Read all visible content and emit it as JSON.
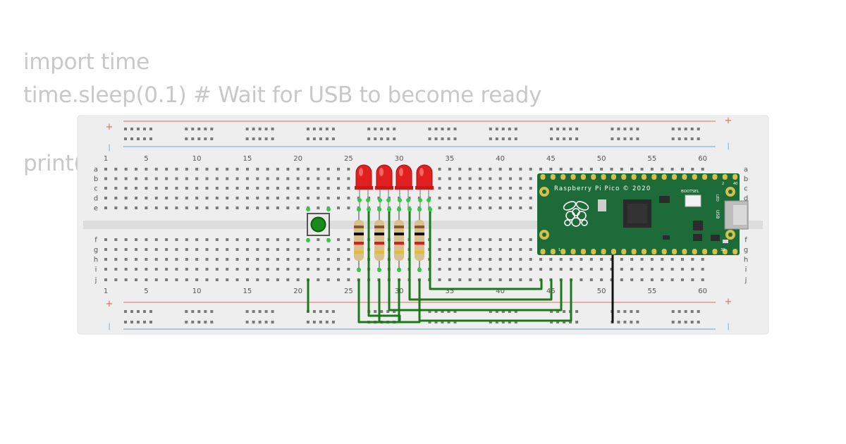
{
  "code_lines": [
    "import time",
    "time.sleep(0.1) # Wait for USB to become ready",
    "print("
  ],
  "breadboard": {
    "column_numbers": [
      "1",
      "5",
      "10",
      "15",
      "20",
      "25",
      "30",
      "35",
      "40",
      "45",
      "50",
      "55",
      "60"
    ],
    "top_rows": [
      "a",
      "b",
      "c",
      "d",
      "e"
    ],
    "bottom_rows": [
      "f",
      "g",
      "h",
      "i",
      "j"
    ],
    "plus_sign": "+",
    "minus_sign": "|"
  },
  "pico": {
    "label": "Raspberry Pi Pico © 2020",
    "bootsel_label": "BOOTSEL",
    "usb_label": "USB",
    "led_label": "LED",
    "pin_mark_1": "1",
    "pin_mark_2": "2",
    "pin_mark_39": "39",
    "pin_mark_40": "40"
  },
  "colors": {
    "board": "#eeeeee",
    "hole": "#7a7a7a",
    "rail_red": "#e06c5a",
    "rail_blue": "#63a7d8",
    "wire_green": "#1a7a1a",
    "wire_black": "#111111",
    "led_red": "#e02020",
    "pico_green": "#1e6b3a",
    "button_green": "#1a8a1a"
  },
  "components": {
    "leds": 4,
    "resistors": 4,
    "pushbuttons": 1
  }
}
